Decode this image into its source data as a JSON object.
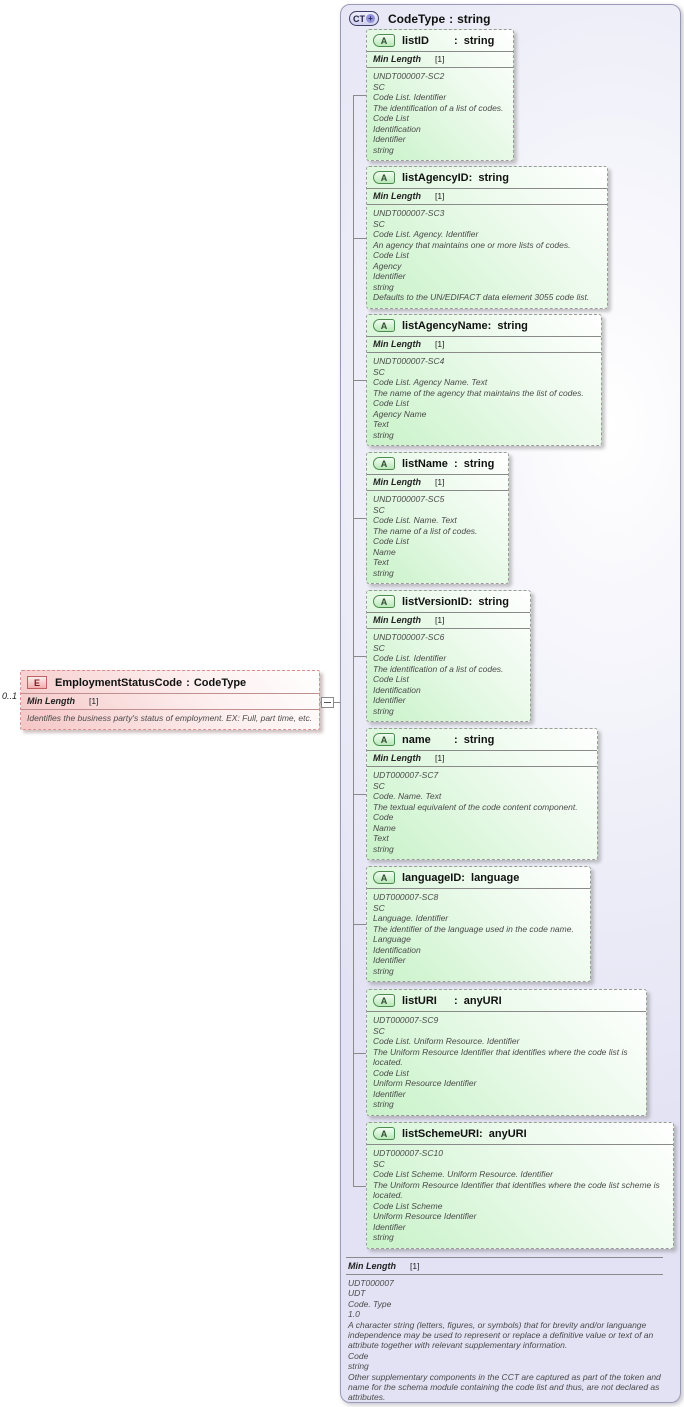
{
  "diagram": {
    "sep": ":",
    "element": {
      "icon": "E",
      "name": "EmploymentStatusCode",
      "type": "CodeType",
      "cardinality": "0..1",
      "facet": {
        "label": "Min Length",
        "value": "[1]"
      },
      "description": "Identifies the business party's status of employment. EX: Full, part time, etc."
    },
    "complex_type": {
      "icon": "CT",
      "icon_plus": "+",
      "name": "CodeType",
      "type": "string",
      "attributes": [
        {
          "icon": "A",
          "name": "listID",
          "type": "string",
          "facet": {
            "label": "Min Length",
            "value": "[1]"
          },
          "annotations": [
            "UNDT000007-SC2",
            "SC",
            "Code List. Identifier",
            "The identification of a list of codes.",
            "Code List",
            "Identification",
            "Identifier",
            "string"
          ]
        },
        {
          "icon": "A",
          "name": "listAgencyID",
          "type": "string",
          "facet": {
            "label": "Min Length",
            "value": "[1]"
          },
          "annotations": [
            "UNDT000007-SC3",
            "SC",
            "Code List. Agency. Identifier",
            "An agency that maintains one or more lists of codes.",
            "Code List",
            "Agency",
            "Identifier",
            "string",
            "Defaults to the UN/EDIFACT data element 3055 code list."
          ]
        },
        {
          "icon": "A",
          "name": "listAgencyName",
          "type": "string",
          "facet": {
            "label": "Min Length",
            "value": "[1]"
          },
          "annotations": [
            "UNDT000007-SC4",
            "SC",
            "Code List. Agency Name. Text",
            "The name of the agency that maintains the list of codes.",
            "Code List",
            "Agency Name",
            "Text",
            "string"
          ]
        },
        {
          "icon": "A",
          "name": "listName",
          "type": "string",
          "facet": {
            "label": "Min Length",
            "value": "[1]"
          },
          "annotations": [
            "UNDT000007-SC5",
            "SC",
            "Code List. Name. Text",
            "The name of a list of codes.",
            "Code List",
            "Name",
            "Text",
            "string"
          ]
        },
        {
          "icon": "A",
          "name": "listVersionID",
          "type": "string",
          "facet": {
            "label": "Min Length",
            "value": "[1]"
          },
          "annotations": [
            "UNDT000007-SC6",
            "SC",
            "Code List. Identifier",
            "The identification of a list of codes.",
            "Code List",
            "Identification",
            "Identifier",
            "string"
          ]
        },
        {
          "icon": "A",
          "name": "name",
          "type": "string",
          "facet": {
            "label": "Min Length",
            "value": "[1]"
          },
          "annotations": [
            "UDT000007-SC7",
            "SC",
            "Code. Name. Text",
            "The textual equivalent of the code content component.",
            "Code",
            "Name",
            "Text",
            "string"
          ]
        },
        {
          "icon": "A",
          "name": "languageID",
          "type": "language",
          "facet": null,
          "annotations": [
            "UDT000007-SC8",
            "SC",
            "Language. Identifier",
            "The identifier of the language used in the code name.",
            "Language",
            "Identification",
            "Identifier",
            "string"
          ]
        },
        {
          "icon": "A",
          "name": "listURI",
          "type": "anyURI",
          "facet": null,
          "annotations": [
            "UDT000007-SC9",
            "SC",
            "Code List. Uniform Resource. Identifier",
            "The Uniform Resource Identifier that identifies where the code list is located.",
            "Code List",
            "Uniform Resource Identifier",
            "Identifier",
            "string"
          ]
        },
        {
          "icon": "A",
          "name": "listSchemeURI",
          "type": "anyURI",
          "facet": null,
          "annotations": [
            "UDT000007-SC10",
            "SC",
            "Code List Scheme. Uniform Resource. Identifier",
            "The Uniform Resource Identifier that identifies where the code list scheme is located.",
            "Code List Scheme",
            "Uniform Resource Identifier",
            "Identifier",
            "string"
          ]
        }
      ],
      "facet": {
        "label": "Min Length",
        "value": "[1]"
      },
      "annotations": [
        "UDT000007",
        "UDT",
        "Code. Type",
        "1.0",
        "A character string (letters, figures, or symbols) that for brevity and/or languange independence may be used to represent or replace a definitive value or text of an attribute together with relevant supplementary information.",
        "Code",
        "string",
        "Other supplementary components in the CCT are captured as part of the token and name for the schema module containing the code list and thus, are not declared as attributes."
      ]
    },
    "colors": {
      "container_fill": "#e2e2f4",
      "attribute_fill": "#c8f2c8",
      "element_fill": "#f5c6c6",
      "connector": "#8a8a8a"
    }
  }
}
